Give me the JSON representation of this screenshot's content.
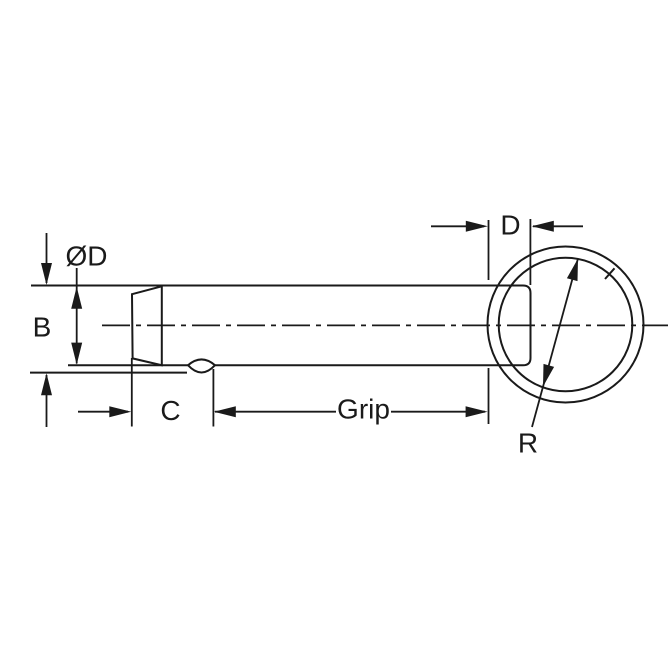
{
  "figure": {
    "kind": "technical-drawing",
    "subject": "ball-lock-pin-with-key-ring",
    "labels": {
      "shank_diameter": "ØD",
      "over_ball": "B",
      "tip_to_ball": "C",
      "grip": "Grip",
      "ring_offset": "D",
      "ring_radius": "R"
    },
    "colors": {
      "line": "#1a1a1a",
      "background": "#ffffff"
    }
  }
}
